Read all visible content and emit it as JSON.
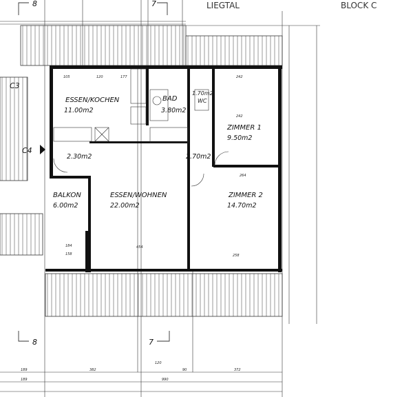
{
  "header": {
    "left_text": "LIEGTAL",
    "right_text": "BLOCK C"
  },
  "section_markers": {
    "section_8": "8",
    "section_7": "7",
    "c3": "C3",
    "c4": "C4"
  },
  "rooms": [
    {
      "name": "ESSEN/KOCHEN",
      "area": "11.00m2"
    },
    {
      "name": "BAD",
      "area": "3.80m2"
    },
    {
      "name": "WC",
      "area": "1.70m2"
    },
    {
      "name": "ZIMMER 1",
      "area": "9.50m2"
    },
    {
      "name": "",
      "area": "2.30m2"
    },
    {
      "name": "",
      "area": "2.70m2"
    },
    {
      "name": "BALKON",
      "area": "6.00m2"
    },
    {
      "name": "ESSEN/WOHNEN",
      "area": "22.00m2"
    },
    {
      "name": "ZIMMER 2",
      "area": "14.70m2"
    }
  ],
  "dimensions": {
    "bottom_row1": [
      "189",
      "382",
      "120",
      "90",
      "372"
    ],
    "bottom_row2": [
      "189",
      "990"
    ],
    "kitchen_top": [
      "105",
      "120",
      "177"
    ],
    "zimmer1": [
      "242",
      "242"
    ],
    "zimmer2": [
      "264",
      "258"
    ],
    "wohnen": [
      "454",
      "184",
      "158"
    ]
  }
}
